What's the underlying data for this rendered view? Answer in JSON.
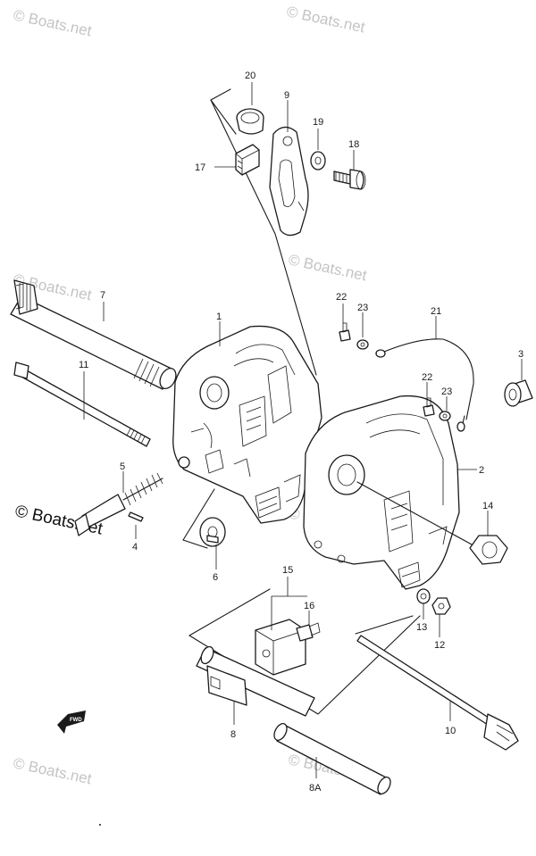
{
  "watermark": {
    "text": "© Boats.net"
  },
  "callouts": [
    "20",
    "9",
    "19",
    "18",
    "17",
    "7",
    "1",
    "22",
    "23",
    "21",
    "3",
    "11",
    "22b",
    "23b",
    "2",
    "5",
    "4",
    "14",
    "6",
    "15",
    "16",
    "13",
    "12",
    "8",
    "10",
    "8A"
  ],
  "labels": {
    "20": "20",
    "9": "9",
    "19": "19",
    "18": "18",
    "17": "17",
    "7": "7",
    "1": "1",
    "22": "22",
    "23": "23",
    "21": "21",
    "3": "3",
    "11": "11",
    "22b": "22",
    "23b": "23",
    "2": "2",
    "5": "5",
    "4": "4",
    "14": "14",
    "6": "6",
    "15": "15",
    "16": "16",
    "13": "13",
    "12": "12",
    "8": "8",
    "10": "10",
    "8A": "8A"
  },
  "fwd_arrow": {
    "text": "FWD"
  },
  "colors": {
    "line": "#1a1a1a",
    "watermark": "#c4c4c4",
    "background": "#ffffff"
  }
}
